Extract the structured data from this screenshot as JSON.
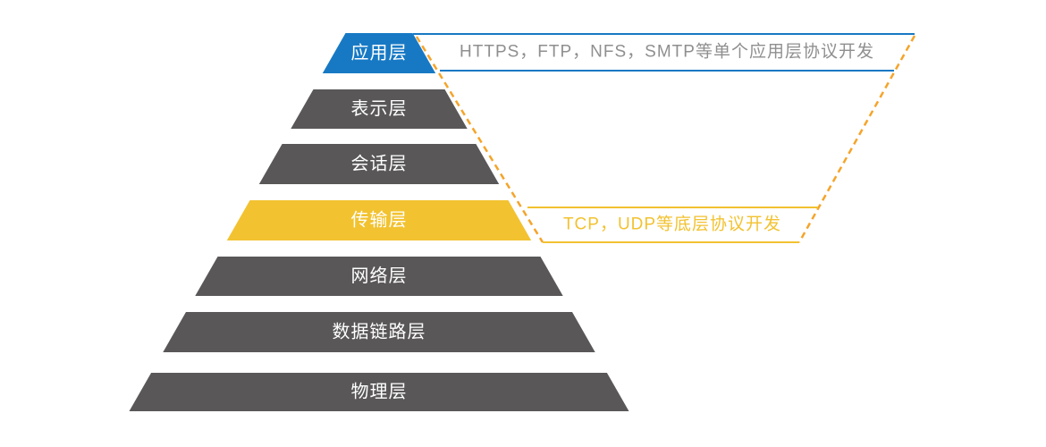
{
  "colors": {
    "blue": "#1779c4",
    "gray": "#595757",
    "yellow": "#f2c230",
    "orange": "#f5a42a",
    "note_text_gray": "#8f8f8f",
    "white": "#ffffff"
  },
  "pyramid": {
    "layers": [
      {
        "label": "应用层",
        "color": "#1779c4"
      },
      {
        "label": "表示层",
        "color": "#595757"
      },
      {
        "label": "会话层",
        "color": "#595757"
      },
      {
        "label": "传输层",
        "color": "#f2c230"
      },
      {
        "label": "网络层",
        "color": "#595757"
      },
      {
        "label": "数据链路层",
        "color": "#595757"
      },
      {
        "label": "物理层",
        "color": "#595757"
      }
    ]
  },
  "annotations": {
    "application": {
      "text": "HTTPS，FTP，NFS，SMTP等单个应用层协议开发",
      "text_color": "#8f8f8f",
      "line_color": "#1779c4"
    },
    "transport": {
      "text": "TCP，UDP等底层协议开发",
      "text_color": "#f2c230",
      "line_color": "#f2c230"
    },
    "connector_color": "#f5a42a"
  }
}
